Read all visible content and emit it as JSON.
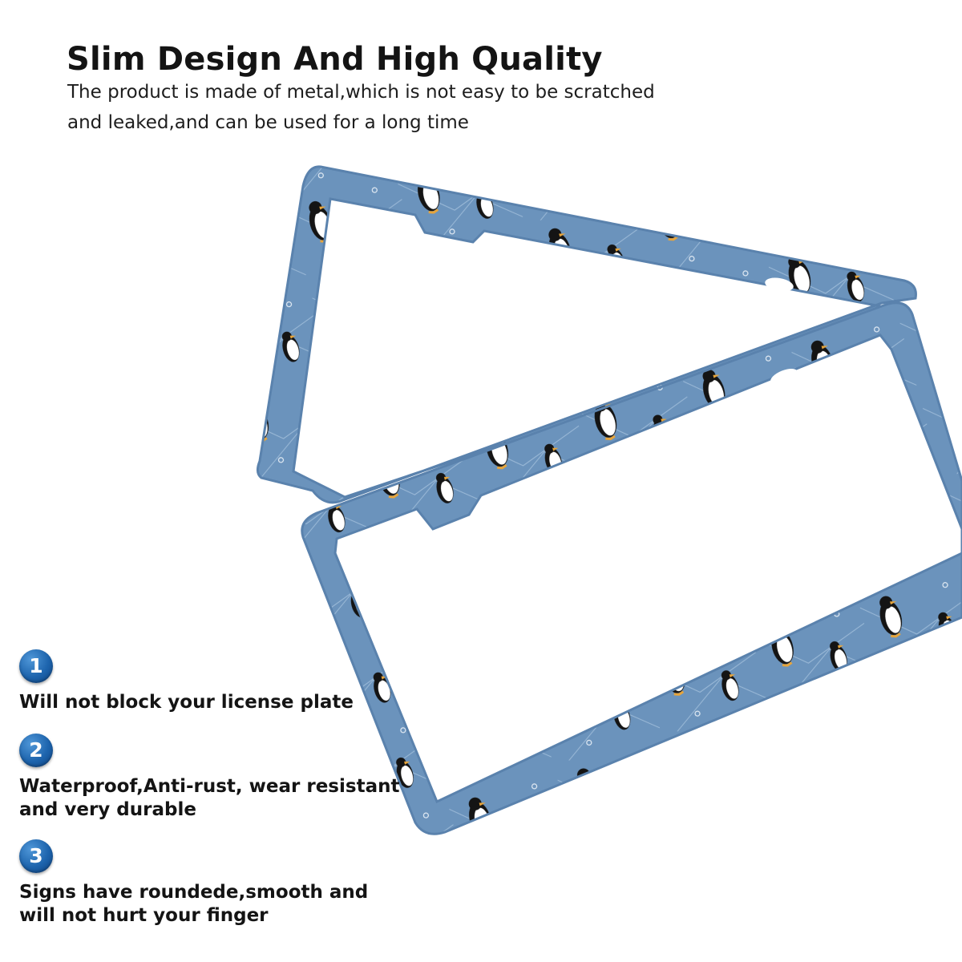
{
  "headline": "Slim Design And High Quality",
  "subline": "The product is made of metal,which is not easy to be scratched and leaked,and can be used for a long time",
  "features": [
    {
      "number": "1",
      "text": "Will not block your license plate"
    },
    {
      "number": "2",
      "text": "Waterproof,Anti-rust, wear resistant and very durable"
    },
    {
      "number": "3",
      "text": "Signs have roundede,smooth and will not hurt your finger"
    }
  ],
  "colors": {
    "frame": "#6b93bc",
    "frame_edge": "#5a82ad",
    "badge": "#1d64ad",
    "text": "#141414"
  },
  "icons": [
    "penguin-pattern",
    "number-badge"
  ]
}
